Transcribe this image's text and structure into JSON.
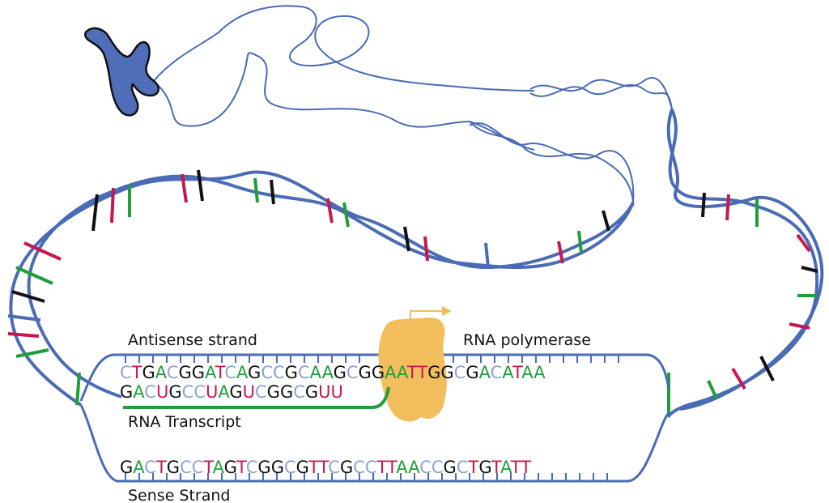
{
  "labels": {
    "antisense": "Antisense strand",
    "polymerase": "RNA polymerase",
    "transcript": "RNA Transcript",
    "sense": "Sense Strand"
  },
  "sequences": {
    "antisense": "CTGACGGATCAGCCGCAAGCGGAATTGGCGACATAA",
    "transcript": "GACUGCCUAGUCGGCGUU",
    "sense": "GACTGCCTAGTCGGCGTTCGCCTTAACCGCTGTATT"
  },
  "colors": {
    "backbone": "#4a6bb5",
    "chromosome": "#4f6db8",
    "polymerase": "#f2bd5c",
    "transcript_strand": "#1f9e3a",
    "base_A": "#1f9e3a",
    "base_T": "#c8174f",
    "base_U": "#c8174f",
    "base_G": "#111111",
    "base_C": "#8fa3cf"
  },
  "icons": {
    "chromosome": "chromosome-icon",
    "direction_arrow": "arrow-right-icon"
  }
}
